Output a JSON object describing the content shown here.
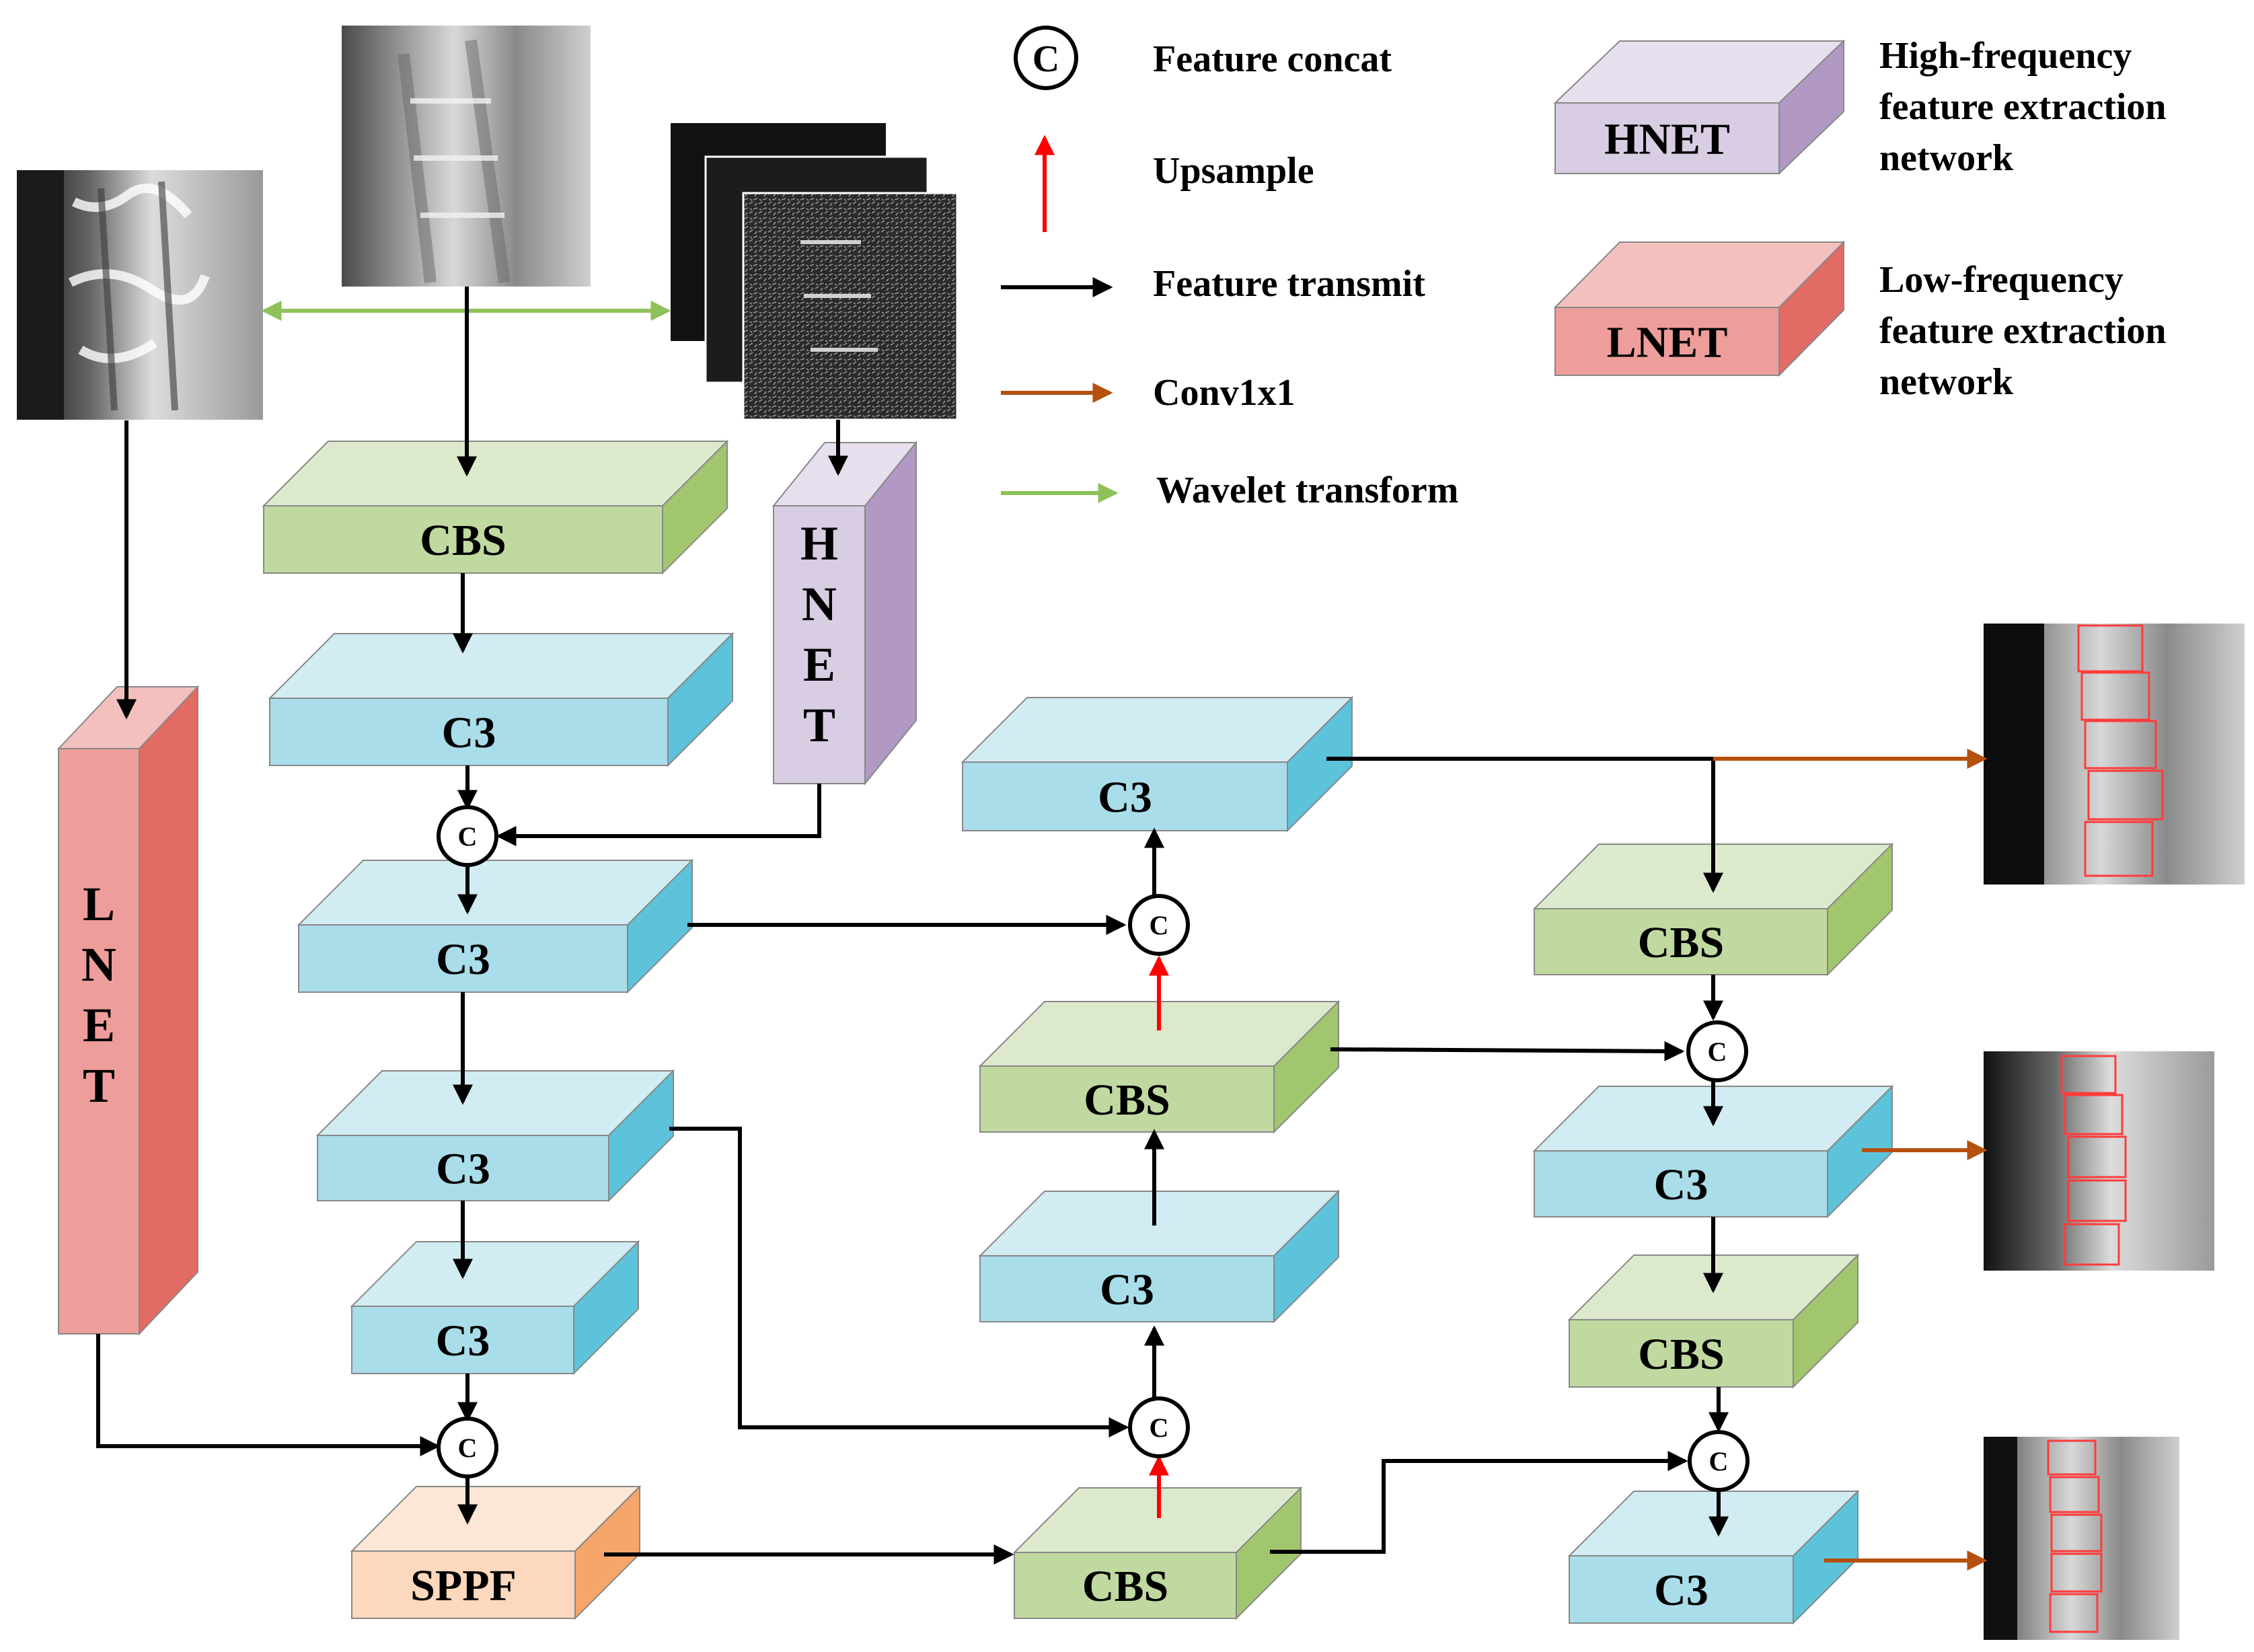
{
  "legend": {
    "concat_symbol": "C",
    "concat": "Feature concat",
    "upsample": "Upsample",
    "transmit": "Feature transmit",
    "conv": "Conv1x1",
    "wavelet": "Wavelet transform",
    "hnet_block": "HNET",
    "hnet_desc": [
      "High-frequency",
      "feature extraction",
      "network"
    ],
    "lnet_block": "LNET",
    "lnet_desc": [
      "Low-frequency",
      "feature extraction",
      "network"
    ]
  },
  "blocks": {
    "cbs": "CBS",
    "c3": "C3",
    "sppf": "SPPF",
    "hnet_vertical": [
      "H",
      "N",
      "E",
      "T"
    ],
    "lnet_vertical": [
      "L",
      "N",
      "E",
      "T"
    ]
  },
  "colors": {
    "green_front": "#c0d9a0",
    "green_top": "#dde9cc",
    "green_side": "#a2c66d",
    "blue_front": "#a9dde9",
    "blue_top": "#d2ecf3",
    "blue_side": "#5cc3da",
    "orange_front": "#fbd8be",
    "orange_top": "#fde6d6",
    "orange_side": "#f6a56b",
    "purple_front": "#d8cde2",
    "purple_top": "#e7dfee",
    "purple_side": "#b199c4",
    "red_front": "#ee9e9a",
    "red_top": "#f4c0bd",
    "red_side": "#e36b65",
    "arrow_transmit": "#000000",
    "arrow_upsample": "#ff0000",
    "arrow_conv": "#b6500f",
    "arrow_wavelet": "#8fc15a"
  }
}
